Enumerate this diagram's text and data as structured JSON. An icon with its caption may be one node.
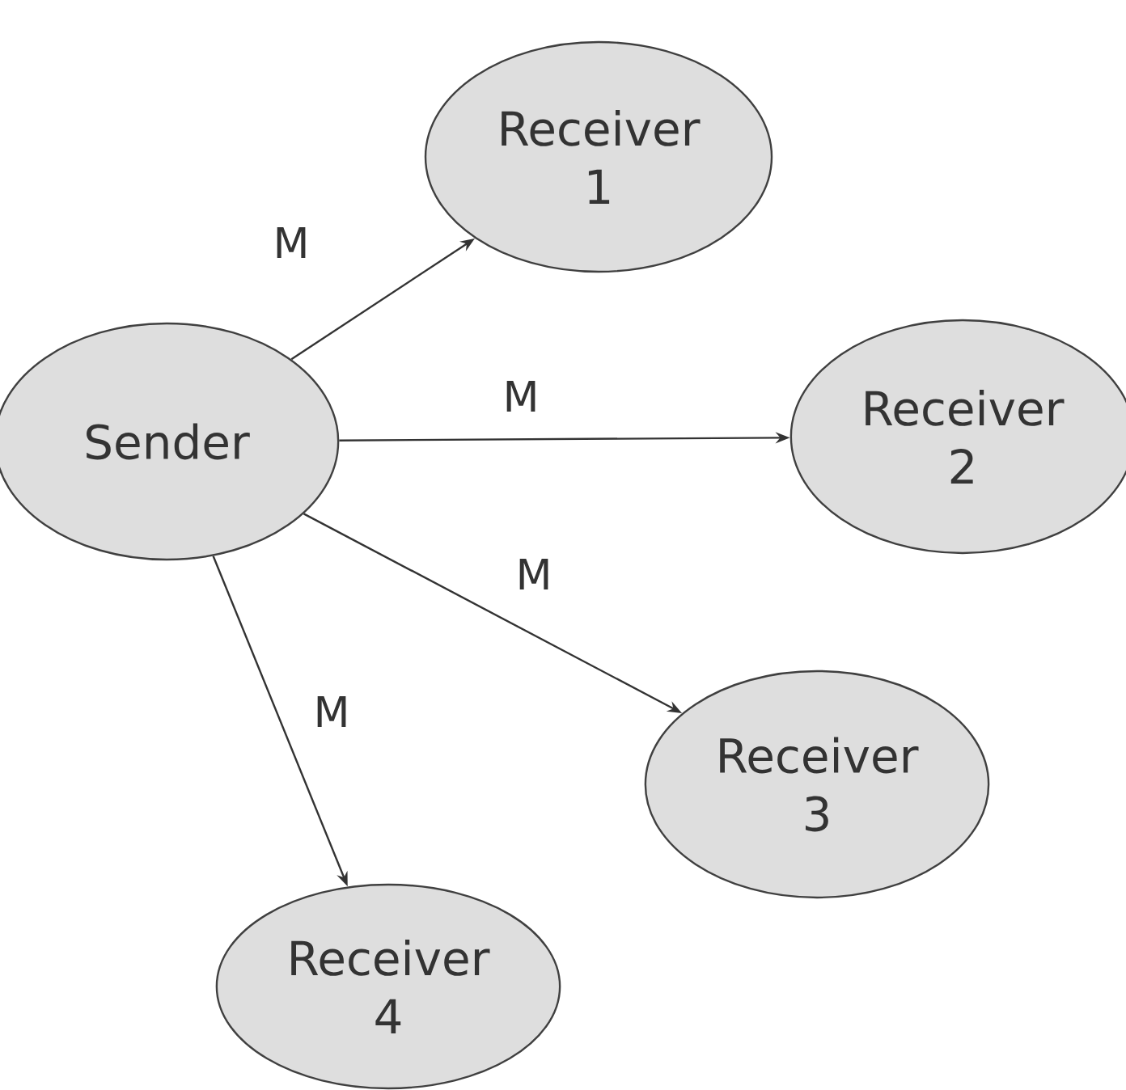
{
  "diagram": {
    "nodes": [
      {
        "text": [
          "Sender"
        ]
      },
      {
        "text": [
          "Receiver 1"
        ]
      },
      {
        "text": [
          "Receiver 2"
        ]
      },
      {
        "text": [
          "Receiver 3"
        ]
      },
      {
        "text": [
          "Receiver 4"
        ]
      }
    ],
    "edges": [
      {
        "from": 0,
        "to": 1,
        "arrow": "to",
        "label": "M"
      },
      {
        "from": 0,
        "to": 2,
        "arrow": "to",
        "label": "M"
      },
      {
        "from": 0,
        "to": 3,
        "arrow": "to",
        "label": "M"
      },
      {
        "from": 0,
        "to": 4,
        "arrow": "to",
        "label": "M"
      }
    ]
  }
}
